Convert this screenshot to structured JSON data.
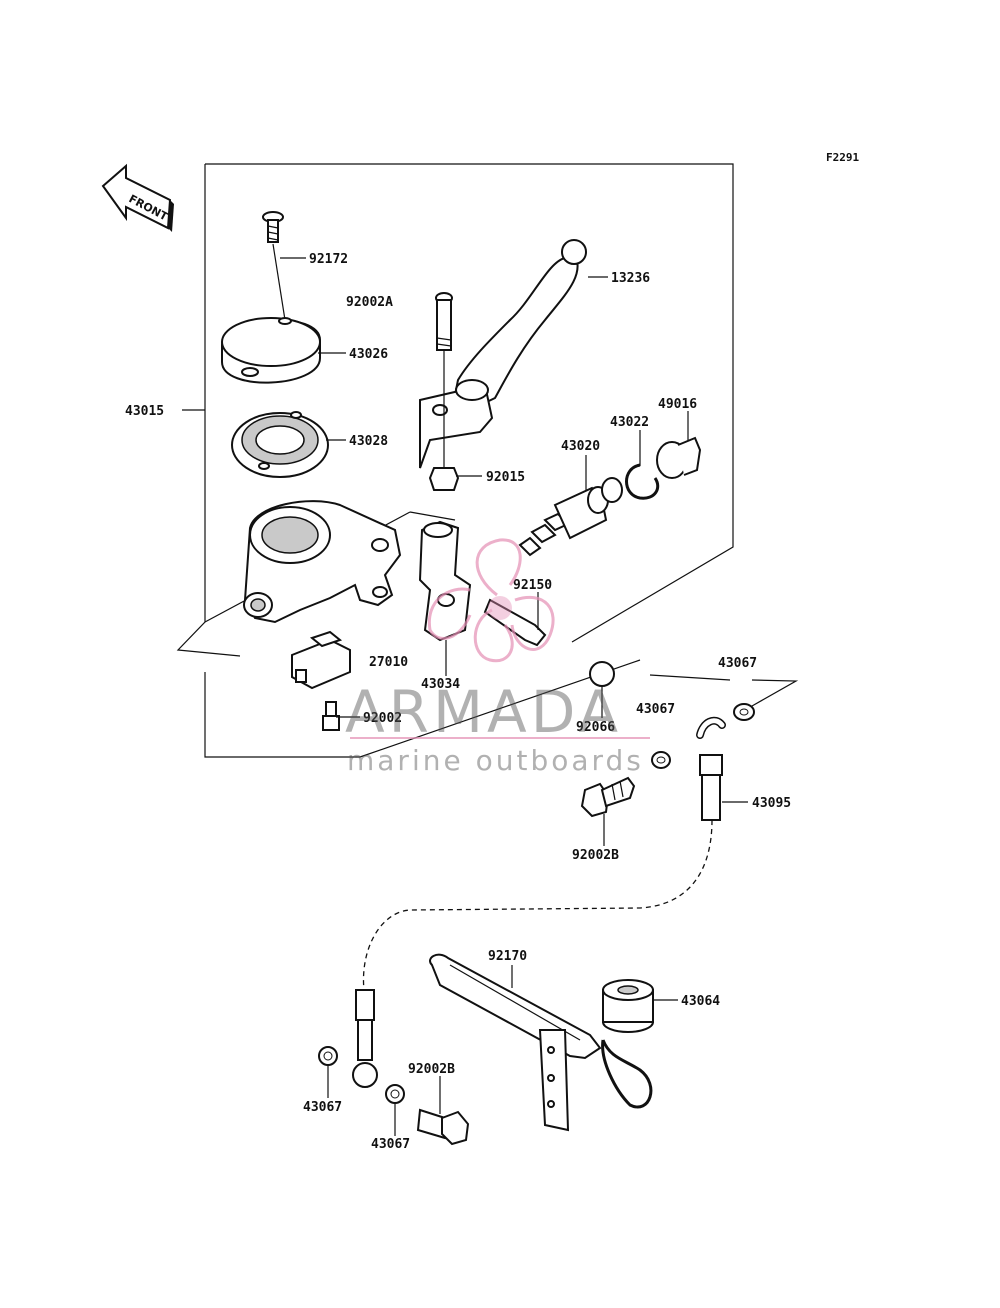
{
  "figure_code": "F2291",
  "front_label": "FRONT",
  "parts": {
    "p92172": "92172",
    "p13236": "13236",
    "p92002A": "92002A",
    "p43026": "43026",
    "p43015": "43015",
    "p43028": "43028",
    "p49016": "49016",
    "p43022": "43022",
    "p43020": "43020",
    "p92015": "92015",
    "p92150": "92150",
    "p27010": "27010",
    "p43034": "43034",
    "p43067_a": "43067",
    "p92066": "92066",
    "p43067_b": "43067",
    "p92002": "92002",
    "p43095": "43095",
    "p92002B_a": "92002B",
    "p92170": "92170",
    "p43064": "43064",
    "p92002B_b": "92002B",
    "p43067_c": "43067",
    "p43067_d": "43067"
  },
  "watermark": {
    "brand": "ARMADA",
    "tagline": "marine outboards",
    "colors": {
      "logo": "#e58fb5",
      "text": "#555555"
    }
  }
}
